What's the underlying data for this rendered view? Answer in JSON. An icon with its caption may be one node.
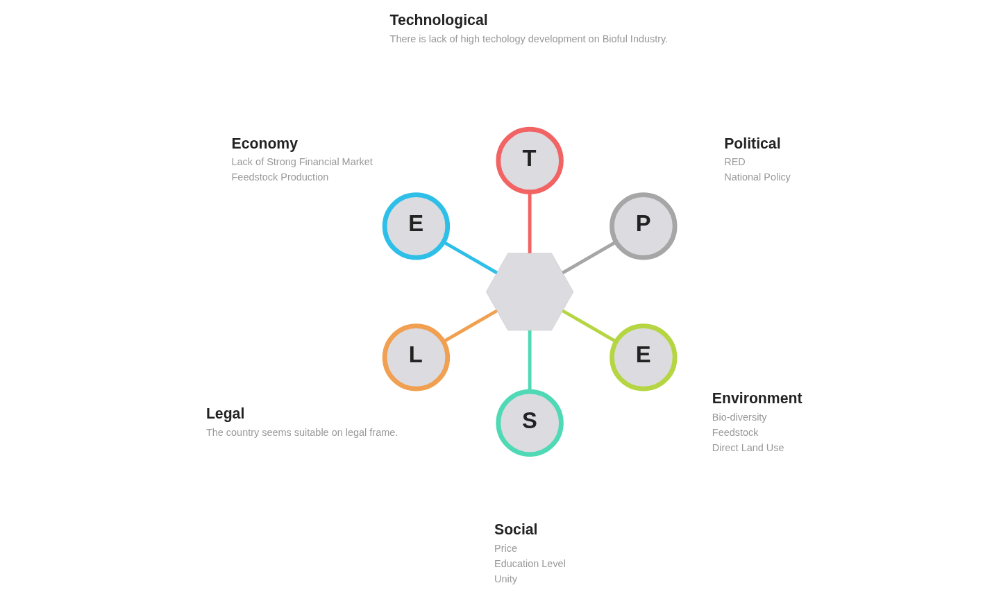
{
  "diagram": {
    "nodes": [
      {
        "text": [],
        "shape": "hexagon"
      },
      {
        "text": [
          "P"
        ],
        "beside": [
          "Political",
          "RED",
          "National Policy"
        ]
      },
      {
        "text": [
          "T"
        ],
        "beside": [
          "Technological",
          "There is lack of high techology development on Bioful Industry."
        ]
      },
      {
        "text": [
          "E"
        ],
        "beside": [
          "Economy",
          "Lack of Strong Financial Market",
          "Feedstock Production"
        ]
      },
      {
        "text": [
          "L"
        ],
        "beside": [
          "Legal",
          "The country seems suitable on legal frame."
        ]
      },
      {
        "text": [
          "S"
        ],
        "beside": [
          "Social",
          "Price",
          "Education Level",
          "Unity"
        ]
      },
      {
        "text": [
          "E"
        ],
        "beside": [
          "Environment",
          "Bio-diversity",
          "Feedstock",
          "Direct Land Use"
        ]
      }
    ],
    "edges": [
      {
        "from": 0,
        "to": 1,
        "arrow": "none",
        "color": "#a6a6a6"
      },
      {
        "from": 0,
        "to": 2,
        "arrow": "none",
        "color": "#f26363"
      },
      {
        "from": 0,
        "to": 3,
        "arrow": "none",
        "color": "#2ebfe8"
      },
      {
        "from": 0,
        "to": 4,
        "arrow": "none",
        "color": "#f0a050"
      },
      {
        "from": 0,
        "to": 5,
        "arrow": "none",
        "color": "#4fd9b5"
      },
      {
        "from": 0,
        "to": 6,
        "arrow": "none",
        "color": "#b5d642"
      }
    ]
  }
}
